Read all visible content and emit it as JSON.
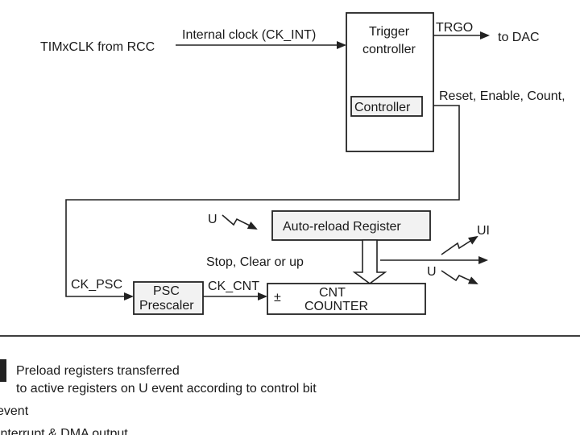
{
  "inputs": {
    "timxclk": "TIMxCLK from RCC",
    "ck_int": "Internal clock (CK_INT)"
  },
  "trigger_controller": {
    "title_line1": "Trigger",
    "title_line2": "controller",
    "controller_label": "Controller"
  },
  "outputs": {
    "trgo": "TRGO",
    "to_dac": "to DAC",
    "reset_enable": "Reset, Enable, Count,"
  },
  "auto_reload": {
    "label": "Auto-reload Register",
    "u_event": "U"
  },
  "counter": {
    "stop_clear": "Stop, Clear or up",
    "ui": "UI",
    "u_out": "U",
    "ck_psc": "CK_PSC",
    "psc_line1": "PSC",
    "psc_line2": "Prescaler",
    "ck_cnt": "CK_CNT",
    "plus_minus": "±",
    "cnt_line1": "CNT",
    "cnt_line2": "COUNTER"
  },
  "legend": {
    "preload_line1": "Preload registers transferred",
    "preload_line2": "to active registers on U event according to control bit",
    "event": "event",
    "interrupt": "Interrupt & DMA output"
  }
}
